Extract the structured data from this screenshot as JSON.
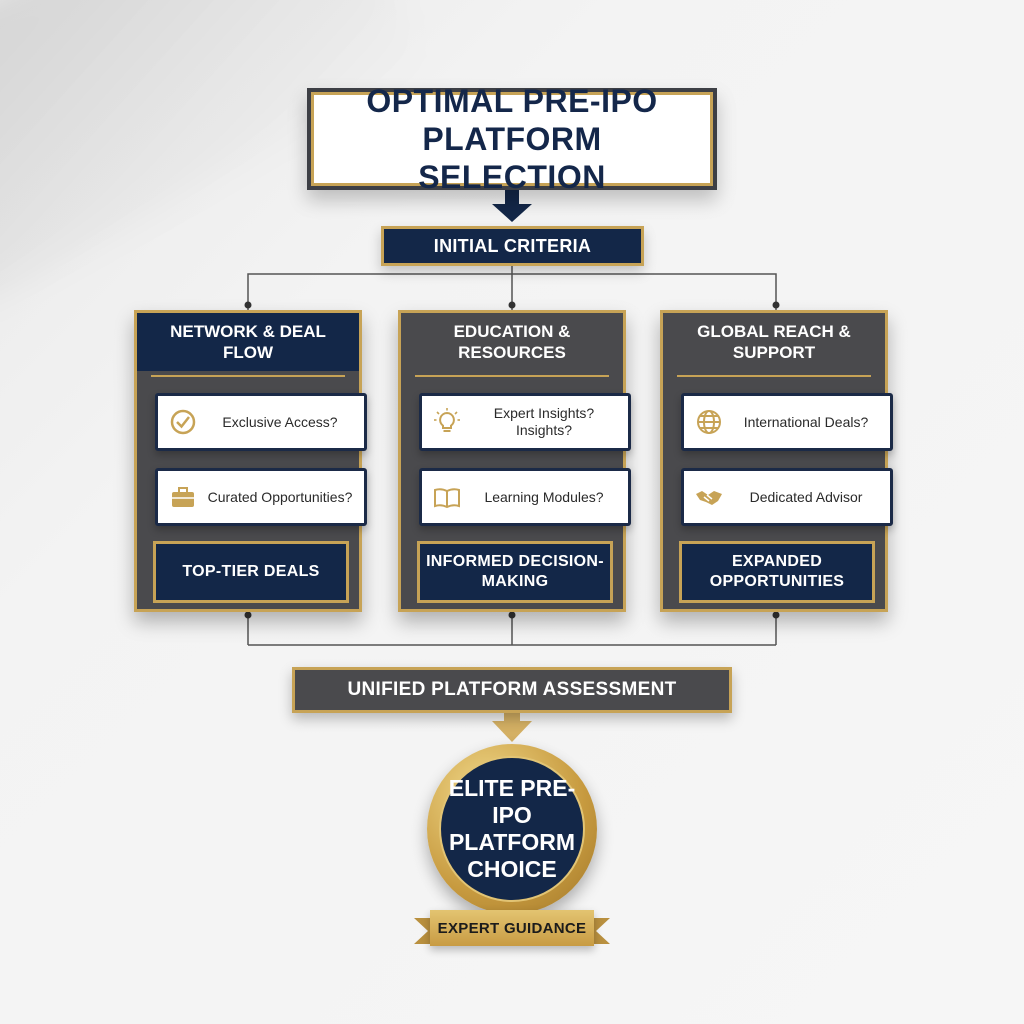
{
  "title": "OPTIMAL PRE-IPO PLATFORM SELECTION",
  "criteria": "INITIAL CRITERIA",
  "pillars": [
    {
      "heading": "NETWORK & DEAL FLOW",
      "items": [
        {
          "icon": "checkmark-circle-icon",
          "text": "Exclusive Access?"
        },
        {
          "icon": "briefcase-icon",
          "text": "Curated Opportunities?"
        }
      ],
      "outcome": "TOP-TIER DEALS"
    },
    {
      "heading": "EDUCATION & RESOURCES",
      "items": [
        {
          "icon": "lightbulb-icon",
          "text": "Expert Insights? Insights?"
        },
        {
          "icon": "open-book-icon",
          "text": "Learning Modules?"
        }
      ],
      "outcome": "INFORMED DECISION-MAKING"
    },
    {
      "heading": "GLOBAL REACH & SUPPORT",
      "items": [
        {
          "icon": "globe-icon",
          "text": "International Deals?"
        },
        {
          "icon": "handshake-icon",
          "text": "Dedicated Advisor"
        }
      ],
      "outcome": "EXPANDED OPPORTUNITIES"
    }
  ],
  "assessment": "UNIFIED PLATFORM ASSESSMENT",
  "medal": "ELITE PRE-IPO PLATFORM CHOICE",
  "ribbon": "EXPERT GUIDANCE",
  "colors": {
    "navy": "#132748",
    "gold": "#c7a356",
    "charcoal": "#4a4a4d"
  }
}
